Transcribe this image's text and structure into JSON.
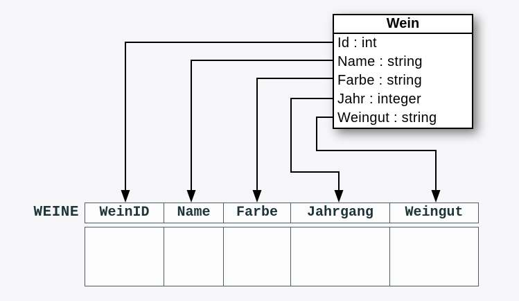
{
  "class_box": {
    "title": "Wein",
    "attributes": [
      "Id : int",
      "Name : string",
      "Farbe : string",
      "Jahr : integer",
      "Weingut : string"
    ]
  },
  "table": {
    "name": "WEINE",
    "columns": [
      "WeinID",
      "Name",
      "Farbe",
      "Jahrgang",
      "Weingut"
    ],
    "body_rows": [
      [
        "",
        "",
        "",
        "",
        ""
      ]
    ]
  },
  "mappings": [
    {
      "from": "Id",
      "to": "WeinID"
    },
    {
      "from": "Name",
      "to": "Name"
    },
    {
      "from": "Farbe",
      "to": "Farbe"
    },
    {
      "from": "Jahr",
      "to": "Jahrgang"
    },
    {
      "from": "Weingut",
      "to": "Weingut"
    }
  ],
  "colors": {
    "background": "#f7f7f9",
    "box_border": "#000000",
    "box_background": "#ffffff",
    "arrow": "#000000",
    "table_border": "#4e5e63",
    "table_text": "#1c3338",
    "cell_background": "#fcfcfd"
  }
}
